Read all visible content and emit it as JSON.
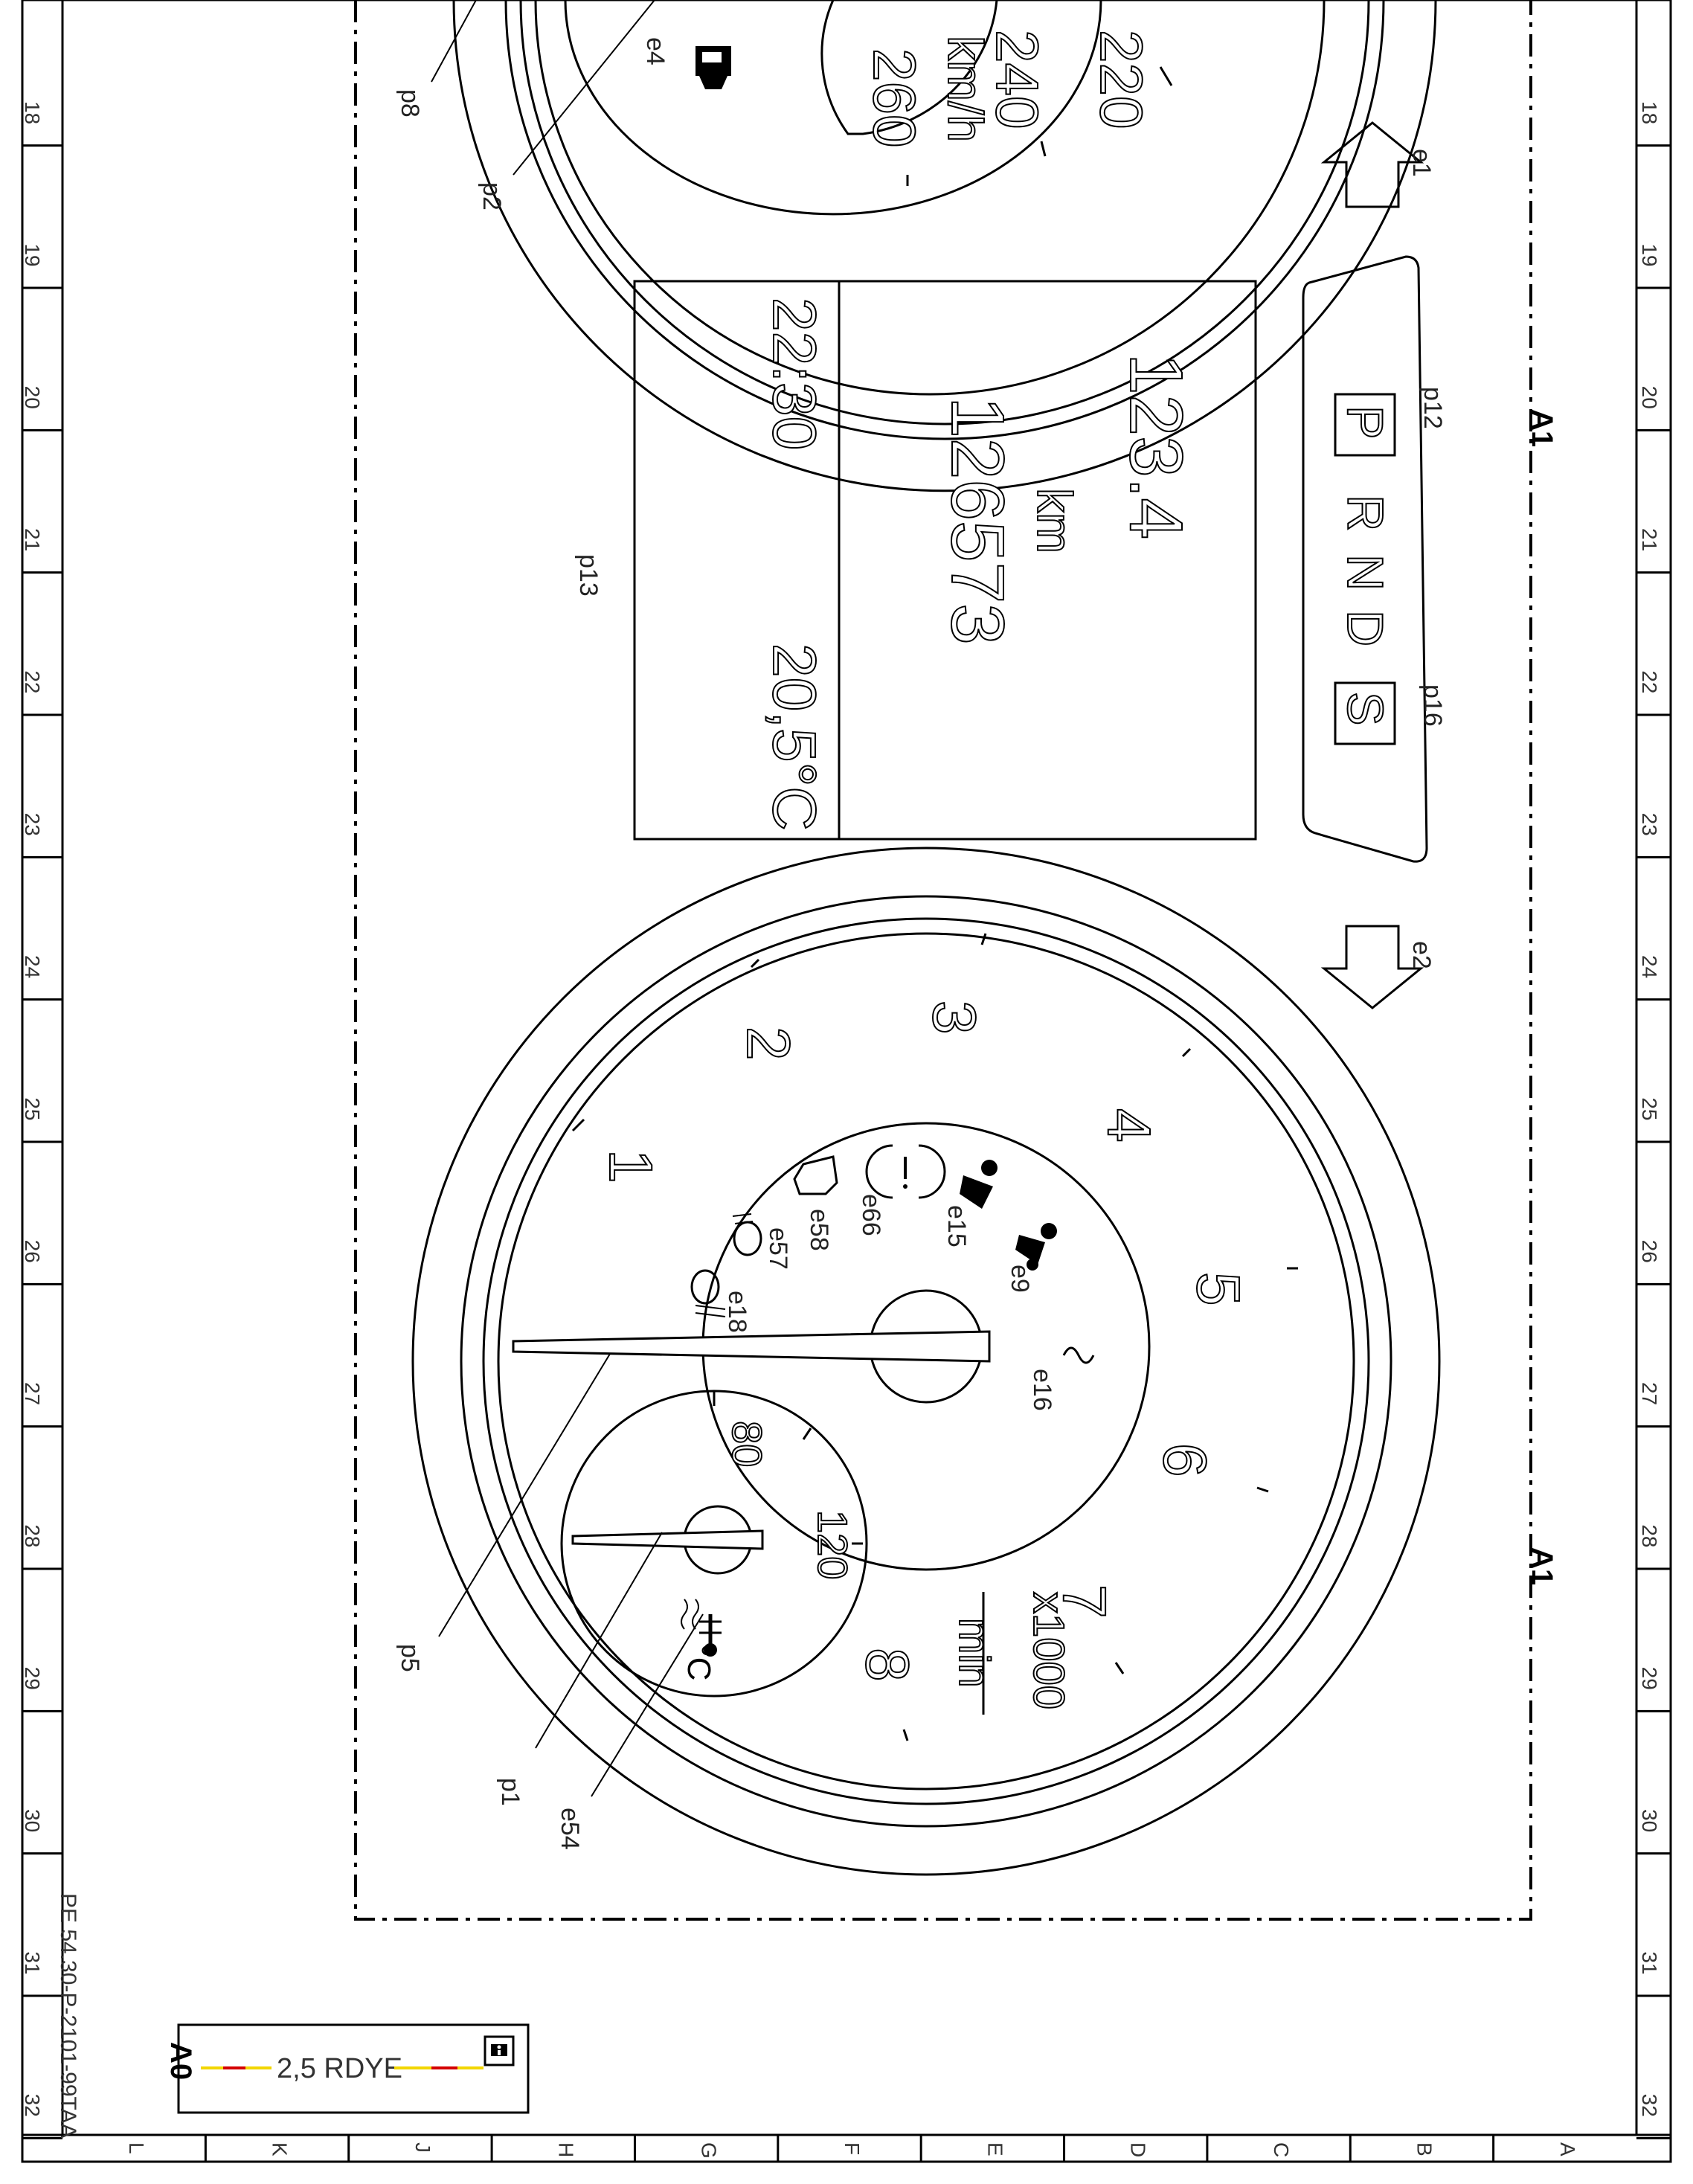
{
  "sheet": {
    "drawing_number": "PE 54.30-P-2101-99TAA",
    "component_label": "A0",
    "module_label": "A1",
    "wire_label": "2,5 RDYE",
    "wire_colors": {
      "red": "#d40000",
      "yellow": "#f2d600"
    },
    "row_numbers": [
      "18",
      "19",
      "20",
      "21",
      "22",
      "23",
      "24",
      "25",
      "26",
      "27",
      "28",
      "29",
      "30",
      "31",
      "32"
    ],
    "column_letters": [
      "L",
      "K",
      "J",
      "H",
      "G",
      "F",
      "E",
      "D",
      "C",
      "B",
      "A"
    ]
  },
  "display": {
    "trip_value": "123.4",
    "trip_unit": "km",
    "odometer": "126573",
    "clock": "22:30",
    "outside_temp": "20,5°C",
    "gear_positions": [
      "P",
      "R",
      "N",
      "D",
      "S"
    ],
    "highlighted_gears": [
      "P",
      "S"
    ]
  },
  "speedometer": {
    "visible_ticks": [
      "220",
      "240",
      "260"
    ],
    "unit": "km/h"
  },
  "tachometer": {
    "ticks": [
      "1",
      "2",
      "3",
      "4",
      "5",
      "6",
      "7",
      "8"
    ],
    "unit_top": "x1000",
    "unit_bottom": "min"
  },
  "coolant_gauge": {
    "ticks": [
      "80",
      "120"
    ],
    "unit": "°C"
  },
  "callouts": {
    "p1": "p1",
    "p2": "p2",
    "p5": "p5",
    "p8": "p8",
    "p12": "p12",
    "p13": "p13",
    "p16": "p16",
    "e1": "e1",
    "e2": "e2",
    "e4": "e4",
    "e9": "e9",
    "e15": "e15",
    "e16": "e16",
    "e18": "e18",
    "e54": "e54",
    "e57": "e57",
    "e58": "e58",
    "e66": "e66"
  },
  "info_icon": "info-icon"
}
